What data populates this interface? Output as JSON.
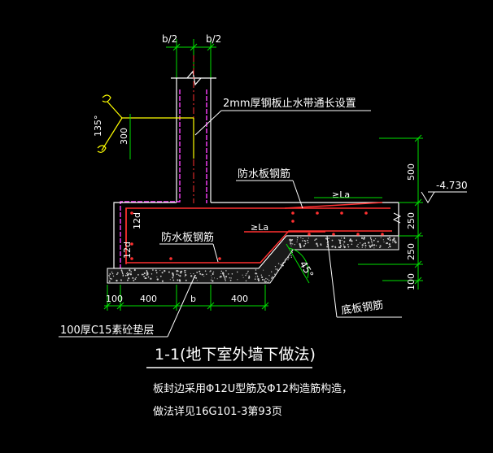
{
  "labels": {
    "half_b_left": "b/2",
    "half_b_right": "b/2",
    "waterstop_note": "2mm厚钢板止水带通长设置",
    "angle_135": "135°",
    "dim_300": "300",
    "waterproof_rebar_upper": "防水板钢筋",
    "waterproof_rebar_lower": "防水板钢筋",
    "la_upper": "≥La",
    "la_lower": "≥La",
    "twelve_d_upper": "12d",
    "twelve_d_lower": "12d",
    "dim_500": "500",
    "elevation": "-4.730",
    "dim_250_upper": "250",
    "dim_250_lower": "250",
    "dim_100_right": "100",
    "angle_45": "45°",
    "bottom_rebar": "底板钢筋",
    "dim_100_left": "100",
    "dim_400_left": "400",
    "dim_b": "b",
    "dim_400_right": "400",
    "cushion_note": "100厚C15素砼垫层",
    "section_title": "1-1(地下室外墙下做法)",
    "note_line1": "板封边采用Φ12U型筋及Φ12构造筋构造，",
    "note_line2": "做法详见16G101-3第93页"
  },
  "colors": {
    "background": "#000000",
    "outline": "#ffffff",
    "rebar": "#ff3030",
    "wall_rebar": "#ff40ff",
    "waterstop": "#ffff00",
    "dimension": "#00e000",
    "leader": "#ffffff"
  }
}
